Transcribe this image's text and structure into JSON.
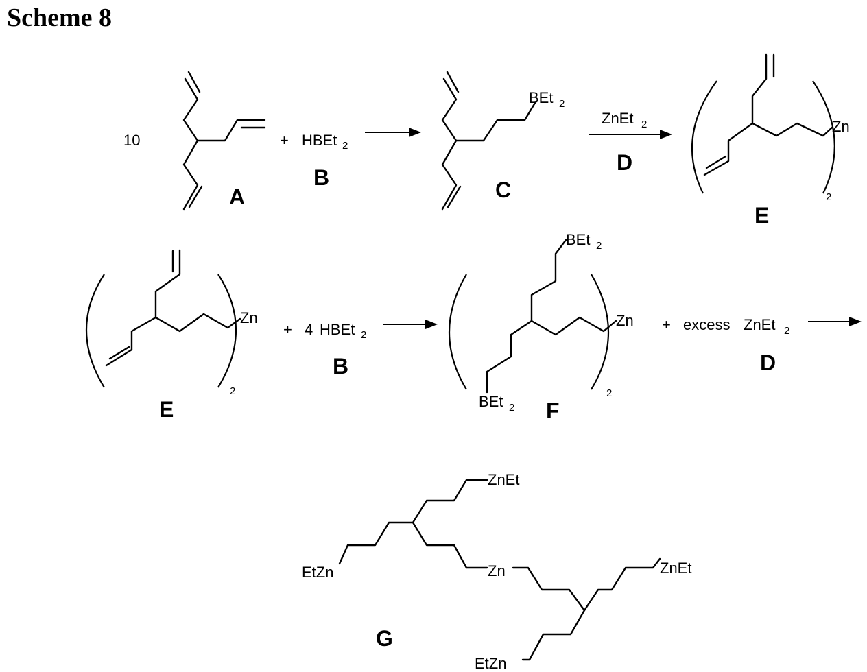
{
  "title": "Scheme 8",
  "labels": {
    "a": "A",
    "b": "B",
    "c": "C",
    "d": "D",
    "e": "E",
    "f": "F",
    "g": "G"
  },
  "text": {
    "ten": "10",
    "plus": "+",
    "four": "4",
    "excess": "excess",
    "zn": "Zn",
    "znet": "ZnEt",
    "etzn": "EtZn",
    "hbet": "HBEt",
    "bet": "BEt",
    "zneta": "ZnEt",
    "sub2": "2"
  }
}
